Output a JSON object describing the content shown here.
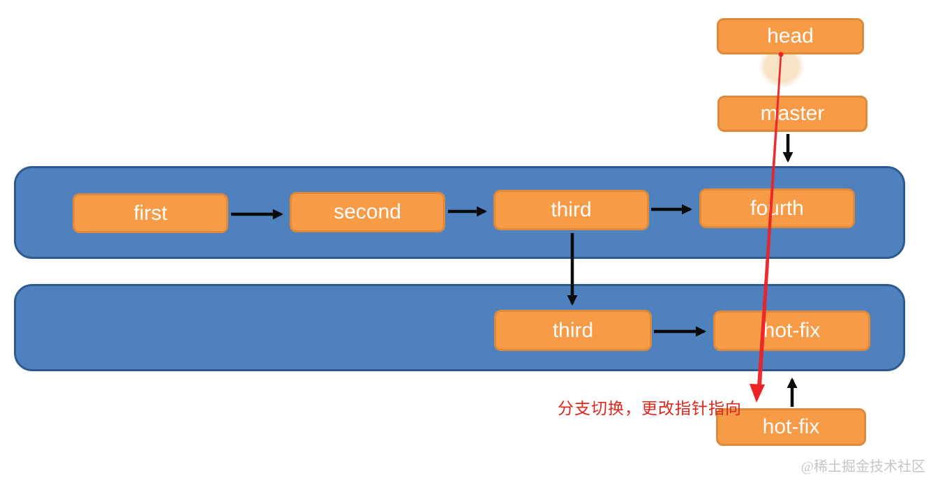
{
  "diagram": {
    "topic": "git-branch-pointer-switch",
    "nodes": {
      "head": "head",
      "master": "master",
      "first": "first",
      "second": "second",
      "third_master": "third",
      "fourth": "fourth",
      "third_hotfix": "third",
      "hotfix_commit": "hot-fix",
      "hotfix_branch": "hot-fix"
    },
    "annotation": "分支切换，更改指针指向",
    "watermark": "@稀土掘金技术社区"
  },
  "colors": {
    "node-fill": "#F79B47",
    "node-border": "#DE8A3A",
    "band-fill": "#4E81BD",
    "band-border": "#2E5A8F",
    "arrow-black": "#0B0B0B",
    "arrow-red": "#EC2227",
    "annotation-red": "#E0251B",
    "highlight": "#F8E3C4",
    "label-white": "#FDFDFD",
    "watermark-gray": "#C6C6C6"
  }
}
